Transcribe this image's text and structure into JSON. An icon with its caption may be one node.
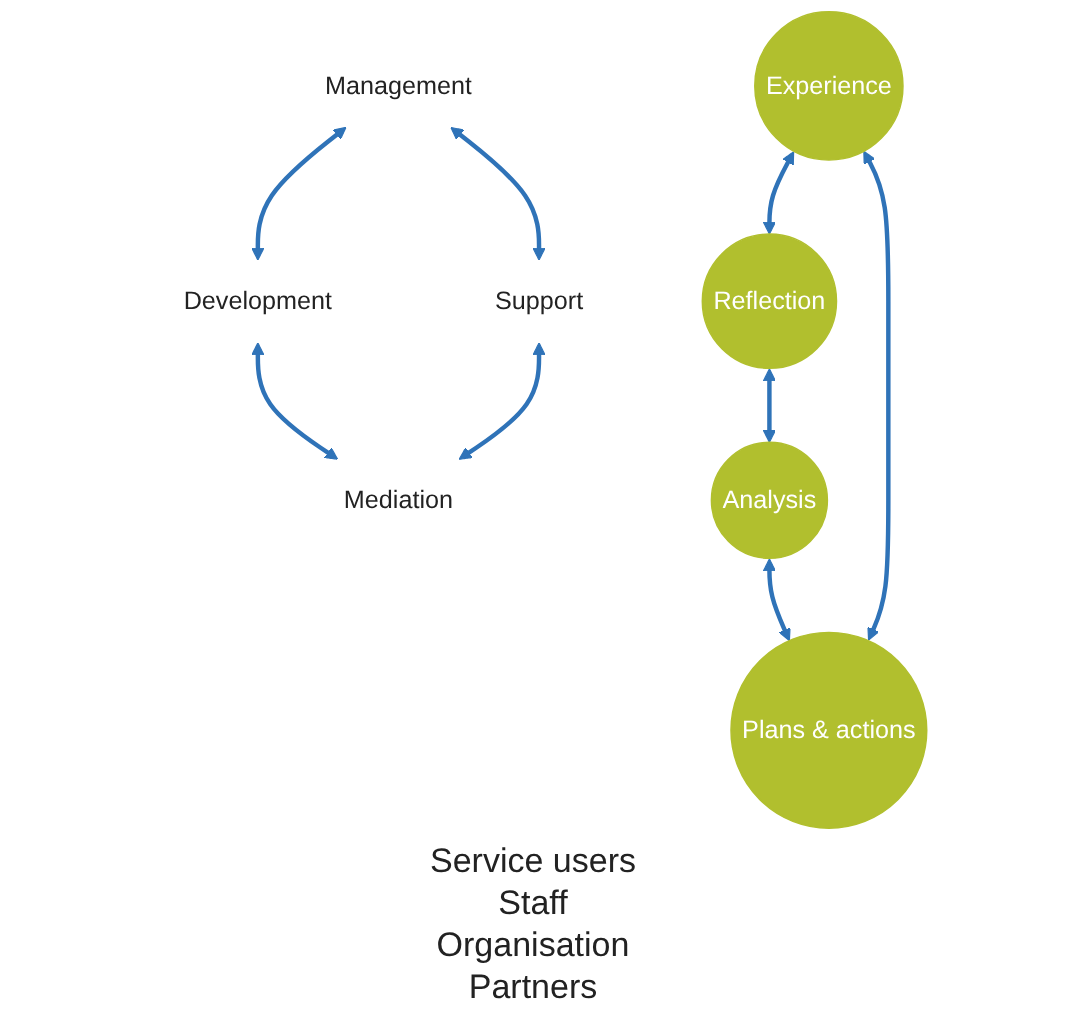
{
  "diagram": {
    "nodes": [
      {
        "text": [
          "Management"
        ]
      },
      {
        "text": [
          "Development"
        ]
      },
      {
        "text": [
          "Experience"
        ]
      },
      {
        "text": [
          "Plans & actions"
        ]
      },
      {
        "text": [
          "Reflection"
        ]
      },
      {
        "text": [
          "Analysis"
        ]
      },
      {
        "text": [
          "Support"
        ]
      },
      {
        "text": [
          "Mediation"
        ]
      }
    ],
    "edges": [
      {
        "from": 0,
        "to": 1,
        "arrow": "both"
      },
      {
        "from": 0,
        "to": 6,
        "arrow": "both"
      },
      {
        "from": 1,
        "to": 7,
        "arrow": "both"
      },
      {
        "from": 6,
        "to": 7,
        "arrow": "both"
      },
      {
        "from": 3,
        "to": 2,
        "arrow": "both"
      },
      {
        "from": 2,
        "to": 4,
        "arrow": "both"
      },
      {
        "from": 4,
        "to": 5,
        "arrow": "both"
      },
      {
        "from": 5,
        "to": 3,
        "arrow": "both"
      }
    ],
    "labels": [
      "Service users",
      "Staff",
      "Organisation",
      "Partners"
    ]
  }
}
